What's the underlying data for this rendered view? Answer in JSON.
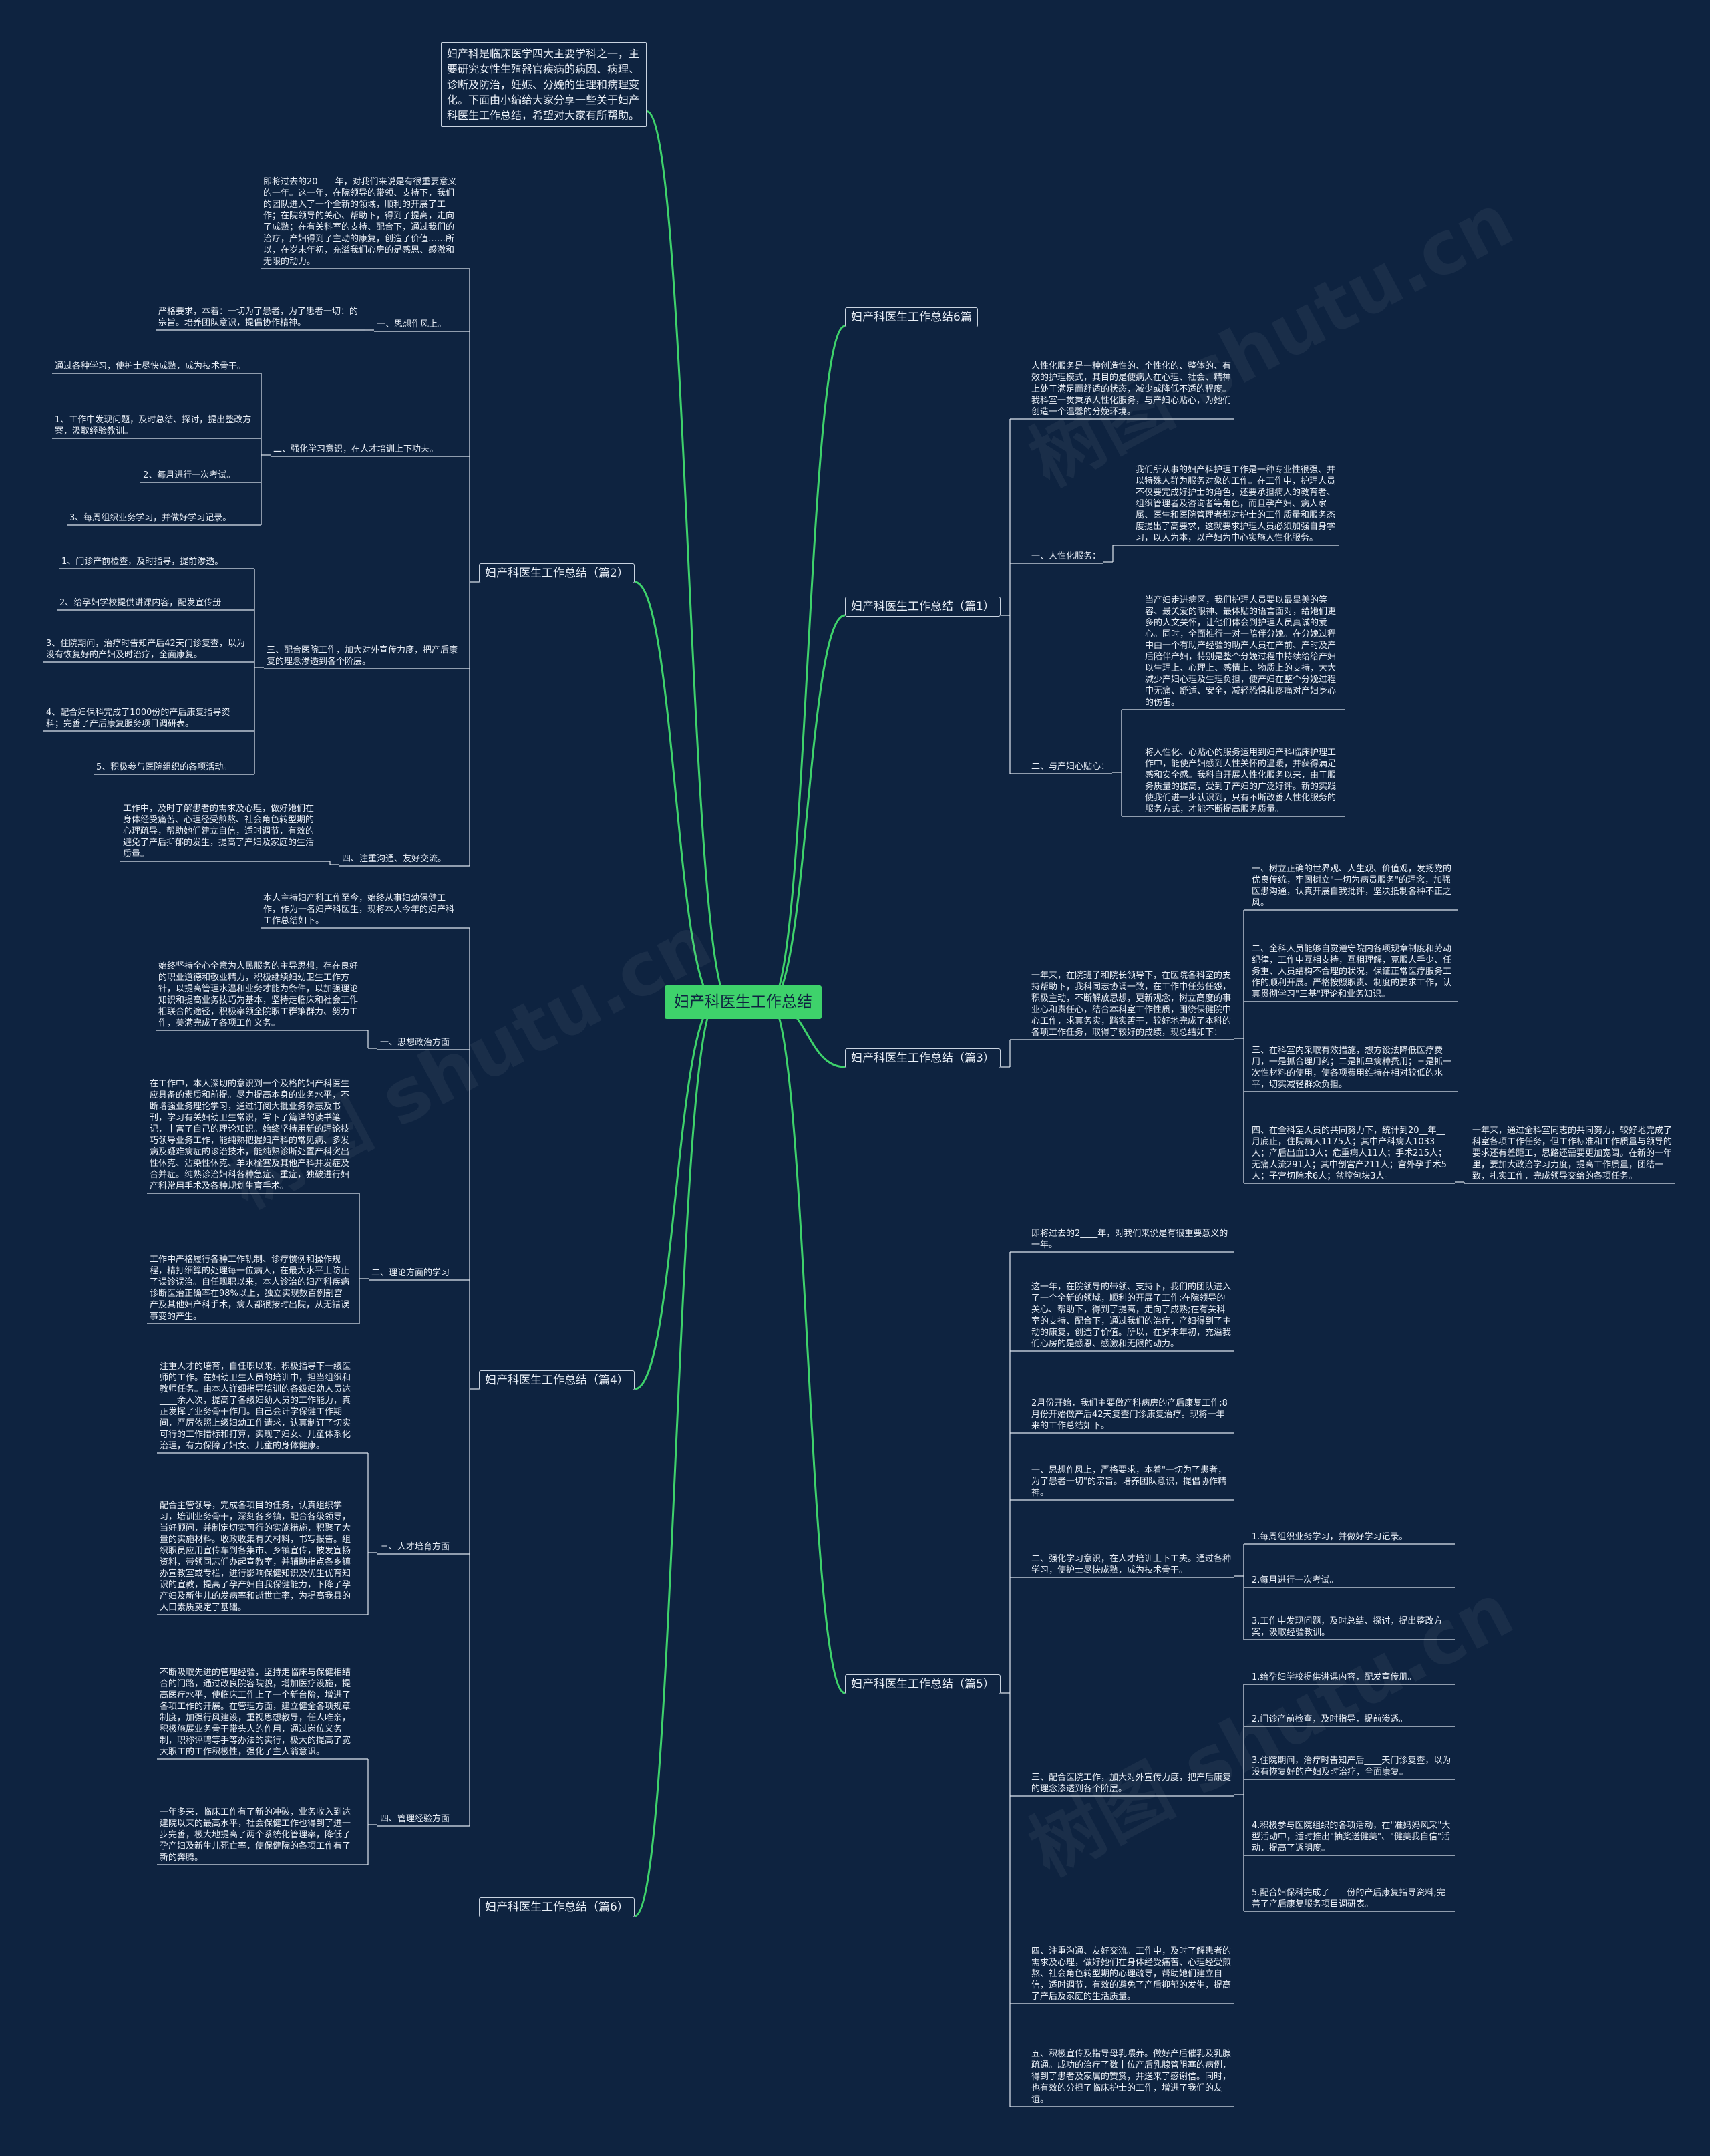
{
  "title": "妇产科医生工作总结",
  "colors": {
    "background": "#0e2340",
    "root_fill": "#3ed26b",
    "link": "#3ed26b",
    "text": "#e8eef6",
    "border": "#c9d3e0"
  },
  "watermark": "树图 shutu.cn",
  "intro": "妇产科是临床医学四大主要学科之一，主要研究女性生殖器官疾病的病因、病理、诊断及防治，妊娠、分娩的生理和病理变化。下面由小编给大家分享一些关于妇产科医生工作总结，希望对大家有所帮助。",
  "branches": {
    "b6pian": "妇产科医生工作总结6篇",
    "b1": "妇产科医生工作总结（篇1）",
    "b3": "妇产科医生工作总结（篇3）",
    "b5": "妇产科医生工作总结（篇5）",
    "b2": "妇产科医生工作总结（篇2）",
    "b4": "妇产科医生工作总结（篇4）",
    "b6": "妇产科医生工作总结（篇6）"
  },
  "b1": {
    "t0": "人性化服务是一种创造性的、个性化的、整体的、有效的护理模式，其目的是使病人在心理、社会、精神上处于满足而舒适的状态，减少或降低不适的程度。我科室一贯秉承人性化服务，与产妇心贴心，为她们创造一个温馨的分娩环境。",
    "s1": "一、人性化服务：",
    "s1a": "我们所从事的妇产科护理工作是一种专业性很强、并以特殊人群为服务对象的工作。在工作中，护理人员不仅要完成好护士的角色，还要承担病人的教育者、组织管理者及咨询者等角色，而且孕产妇、病人家属、医生和医院管理者都对护士的工作质量和服务态度提出了高要求，这就要求护理人员必须加强自身学习，以人为本，以产妇为中心实施人性化服务。",
    "s2": "二、与产妇心贴心：",
    "s2a": "当产妇走进病区，我们护理人员要以最显美的笑容、最关爱的眼神、最体贴的语言面对，给她们更多的人文关怀，让他们体会到护理人员真诚的爱心。同时，全面推行一对一陪伴分娩。在分娩过程中由一个有助产经验的助产人员在产前、产时及产后陪伴产妇，特别是整个分娩过程中持续给给产妇以生理上、心理上、感情上、物质上的支持，大大减少产妇心理及生理负担，使产妇在整个分娩过程中无痛、舒适、安全，减轻恐惧和疼痛对产妇身心的伤害。",
    "s2b": "将人性化、心贴心的服务运用到妇产科临床护理工作中，能使产妇感到人性关怀的温暖，并获得满足感和安全感。我科自开展人性化服务以来，由于服务质量的提高，受到了产妇的广泛好评。新的实践使我们进一步认识到，只有不断改善人性化服务的服务方式，才能不断提高服务质量。"
  },
  "b3": {
    "t0": "一年来，在院班子和院长领导下，在医院各科室的支持帮助下，我科同志协调一致，在工作中任劳任怨，积极主动，不断解放思想，更新观念，树立高度的事业心和责任心，结合本科室工作性质，围绕保健院中心工作，求真务实，踏实苦干，较好地完成了本科的各项工作任务，取得了较好的成绩，现总结如下：",
    "p1": "一、树立正确的世界观、人生观、价值观，发扬党的优良传统，牢固树立\"一切为病员服务\"的理念，加强医患沟通，认真开展自我批评，坚决抵制各种不正之风。",
    "p2": "二、全科人员能够自觉遵守院内各项规章制度和劳动纪律，工作中互相支持，互相理解，克服人手少、任务重、人员结构不合理的状况，保证正常医疗服务工作的顺利开展。严格按照职责、制度的要求工作，认真贯彻学习\"三基\"理论和业务知识。",
    "p3": "三、在科室内采取有效措施，想方设法降低医疗费用，一是抓合理用药；二是抓单病种费用；三是抓一次性材料的使用，使各项费用维持在相对较低的水平，切实减轻群众负担。",
    "p4": "四、在全科室人员的共同努力下，统计到20__年__月底止，住院病人1175人；其中产科病人1033人；产后出血13人；危重病人11人；手术215人；无痛人流291人；其中剖宫产211人；宫外孕手术5人；子宫切除术6人；盆腔包块3人。",
    "p4a": "一年来，通过全科室同志的共同努力，较好地完成了科室各项工作任务，但工作标准和工作质量与领导的要求还有差距工，思路还需要更加宽阔。在新的一年里，要加大政治学习力度，提高工作质量，团结一致，扎实工作，完成领导交给的各项任务。"
  },
  "b5": {
    "t0": "即将过去的2____年，对我们来说是有很重要意义的一年。",
    "t1": "这一年，在院领导的带领、支持下，我们的团队进入了一个全新的领域，顺利的开展了工作;在院领导的关心、帮助下，得到了提高，走向了成熟;在有关科室的支持、配合下，通过我们的治疗，产妇得到了主动的康复，创造了价值。所以，在岁末年初，充溢我们心房的是感恩、感激和无限的动力。",
    "t2": "2月份开始，我们主要做产科病房的产后康复工作;8月份开始做产后42天复查门诊康复治疗。现将一年来的工作总结如下。",
    "s1": "一、思想作风上，严格要求，本着\"一切为了患者，为了患者一切\"的宗旨。培养团队意识，提倡协作精神。",
    "s2": "二、强化学习意识，在人才培训上下工夫。通过各种学习，使护士尽快成熟，成为技术骨干。",
    "s2a": "1.每周组织业务学习，并做好学习记录。",
    "s2b": "2.每月进行一次考试。",
    "s2c": "3.工作中发现问题，及时总结、探讨，提出整改方案，汲取经验教训。",
    "s3": "三、配合医院工作，加大对外宣传力度，把产后康复的理念渗透到各个阶层。",
    "s3a": "1.给孕妇学校提供讲课内容，配发宣传册。",
    "s3b": "2.门诊产前检查，及时指导，提前渗透。",
    "s3c": "3.住院期间，治疗时告知产后____天门诊复查，以为没有恢复好的产妇及时治疗，全面康复。",
    "s3d": "4.积极参与医院组织的各项活动，在\"准妈妈风采\"大型活动中，适时推出\"抽奖送健美\"、\"健美我自信\"活动，提高了透明度。",
    "s3e": "5.配合妇保科完成了____份的产后康复指导资料;完善了产后康复服务项目调研表。",
    "s4": "四、注重沟通、友好交流。工作中，及时了解患者的需求及心理，做好她们在身体经受痛苦、心理经受煎熬、社会角色转型期的心理疏导，帮助她们建立自信，适时调节，有效的避免了产后抑郁的发生，提高了产后及家庭的生活质量。",
    "s5": "五、积极宣传及指导母乳喂养。做好产后催乳及乳腺疏通。成功的治疗了数十位产后乳腺管阻塞的病例，得到了患者及家属的赞赏，并送来了感谢信。同时，也有效的分担了临床护士的工作，增进了我们的友谊。"
  },
  "b2": {
    "t0": "即将过去的20____年，对我们来说是有很重要意义的一年。这一年，在院领导的带领、支持下，我们的团队进入了一个全新的领域，顺利的开展了工作；在院领导的关心、帮助下，得到了提高，走向了成熟；在有关科室的支持、配合下，通过我们的治疗，产妇得到了主动的康复，创造了价值……所以，在岁末年初，充溢我们心房的是感恩、感激和无限的动力。",
    "s1": "一、思想作风上。",
    "s1a": "严格要求，本着：一切为了患者，为了患者一切：的宗旨。培养团队意识，提倡协作精神。",
    "s2": "二、强化学习意识，在人才培训上下功夫。",
    "s2a": "通过各种学习，使护士尽快成熟，成为技术骨干。",
    "s2b": "1、工作中发现问题，及时总结、探讨，提出整改方案，汲取经验教训。",
    "s2c": "2、每月进行一次考试。",
    "s2d": "3、每周组织业务学习，并做好学习记录。",
    "s3": "三、配合医院工作，加大对外宣传力度，把产后康复的理念渗透到各个阶层。",
    "s3a": "1、门诊产前检查，及时指导，提前渗透。",
    "s3b": "2、给孕妇学校提供讲课内容，配发宣传册",
    "s3c": "3、住院期间，治疗时告知产后42天门诊复查，以为没有恢复好的产妇及时治疗，全面康复。",
    "s3d": "4、配合妇保科完成了1000份的产后康复指导资料；完善了产后康复服务项目调研表。",
    "s3e": "5、积极参与医院组织的各项活动。",
    "s4": "四、注重沟通、友好交流。",
    "s4a": "工作中，及时了解患者的需求及心理，做好她们在身体经受痛苦、心理经受煎熬、社会角色转型期的心理疏导，帮助她们建立自信，适时调节，有效的避免了产后抑郁的发生，提高了产妇及家庭的生活质量。"
  },
  "b4": {
    "t0": "本人主持妇产科工作至今，始终从事妇幼保健工作，作为一名妇产科医生，现将本人今年的妇产科工作总结如下。",
    "s1": "一、思想政治方面",
    "s1a": "始终坚持全心全意为人民服务的主导思想，存在良好的职业道德和敬业精力，积极继续妇幼卫生工作方针，以提高管理水温和业务才能为条件，以加强理论知识和提高业务技巧为基本，坚持走临床和社会工作相联合的途径，积极率领全院职工群策群力、努力工作，美满完成了各项工作义务。",
    "s2": "二、理论方面的学习",
    "s2a": "在工作中，本人深切的意识到一个及格的妇产科医生应具备的素质和前提。尽力提高本身的业务水平，不断增强业务理论学习，通过订阅大批业务杂志及书刊，学习有关妇幼卫生常识，写下了篇详的读书笔记，丰富了自己的理论知识。始终坚持用新的理论技巧领导业务工作，能纯熟把握妇产科的常见病、多发病及疑难病症的诊治技术，能纯熟诊断处置产科突出性休克、沾染性休克、羊水栓塞及其他产科并发症及合并症。纯熟诊治妇科各种急症、重症，独破进行妇产科常用手术及各种规划生育手术。",
    "s2b": "工作中严格履行各种工作轨制、诊疗惯例和操作规程，精打细算的处理每一位病人，在最大水平上防止了误诊误治。自任现职以来，本人诊治的妇产科疾病诊断医治正确率在98%以上，独立实现数百例剖宫产及其他妇产科手术，病人都很按时出院，从无错误事变的产生。",
    "s3": "三、人才培育方面",
    "s3a": "注重人才的培育，自任职以来，积极指导下一级医师的工作。在妇幼卫生人员的培训中，担当组织和教师任务。由本人详细指导培训的各级妇幼人员达____余人次，提高了各级妇幼人员的工作能力，真正发挥了业务骨干作用。自己会计学保健工作期间，严厉依照上级妇幼工作请求，认真制订了切实可行的工作措标和打算，实现了妇女、儿童体系化治理，有力保障了妇女、儿童的身体健康。",
    "s3b": "配合主管领导，完成各项目的任务，认真组织学习，培训业务骨干，深刻各乡镇，配合各级领导，当好顾问，并制定切实可行的实施措施，积聚了大量的实施材料。收政收集有关材料，书写报告。组织职员应用宣传车到各集市、乡镇宣传，披发宣扬资料，带领同志们办起宣教室，并辅助指点各乡镇办宣教室或专栏，进行影响保健知识及优生优育知识的宣教，提高了孕产妇自我保健能力，下降了孕产妇及新生儿的发病率和逝世亡率，为提高我县的人口素质奠定了基础。",
    "s4": "四、管理经验方面",
    "s4a": "不断吸取先进的管理经验，坚持走临床与保健相结合的门路，通过改良院容院貌，增加医疗设施，提高医疗水平，使临床工作上了一个新台阶，增进了各项工作的开展。在管理方面，建立健全各项规章制度，加强行风建设，重视思想教导，任人唯亲，积极施展业务骨干带头人的作用，通过岗位义务制，职称评聘等手等办法的实行，极大的提高了宽大职工的工作积极性，强化了主人翁意识。",
    "s4b": "一年多来，临床工作有了新的冲破，业务收入到达建院以来的最高水平，社会保健工作也得到了进一步完善，极大地提高了两个系统化管理率，降低了孕产妇及新生儿死亡率，使保健院的各项工作有了新的奔腾。"
  }
}
